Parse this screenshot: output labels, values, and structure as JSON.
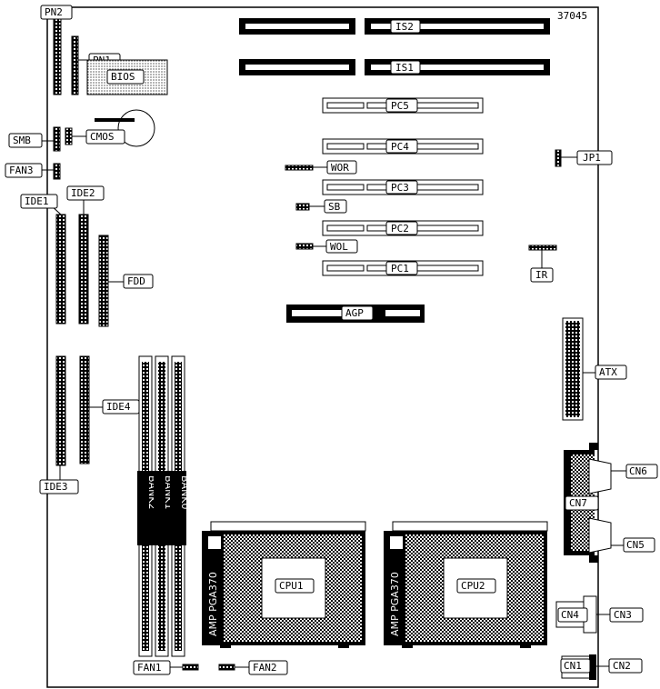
{
  "diagram": {
    "board_id": "37045",
    "labels": {
      "pn2": "PN2",
      "pn1": "PN1",
      "bios": "BIOS",
      "smb": "SMB",
      "cmos": "CMOS",
      "fan3": "FAN3",
      "ide1": "IDE1",
      "ide2": "IDE2",
      "fdd": "FDD",
      "ide4": "IDE4",
      "ide3": "IDE3",
      "is2": "IS2",
      "is1": "IS1",
      "pc5": "PC5",
      "pc4": "PC4",
      "pc3": "PC3",
      "pc2": "PC2",
      "pc1": "PC1",
      "wor": "WOR",
      "sb": "SB",
      "wol": "WOL",
      "jp1": "JP1",
      "ir": "IR",
      "agp": "AGP",
      "atx": "ATX",
      "cn6": "CN6",
      "cn7": "CN7",
      "cn5": "CN5",
      "cn4": "CN4",
      "cn3": "CN3",
      "cn1": "CN1",
      "cn2": "CN2",
      "cpu1": "CPU1",
      "cpu2": "CPU2",
      "fan1": "FAN1",
      "fan2": "FAN2",
      "bank2": "BANK2",
      "bank1": "BANK1",
      "bank0": "BANK0",
      "socket1": "AMP PGA370",
      "socket2": "AMP PGA370"
    }
  }
}
